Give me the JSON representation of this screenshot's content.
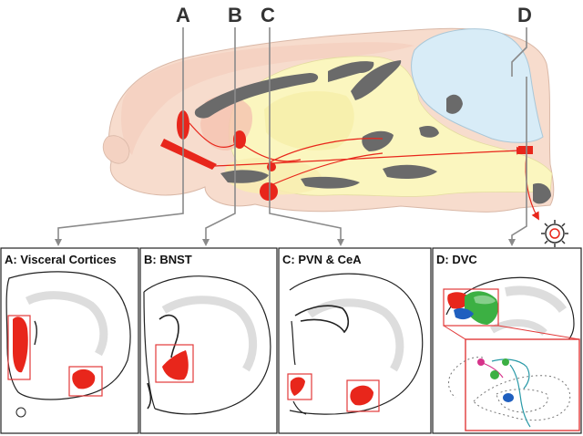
{
  "top_labels": {
    "a": "A",
    "b": "B",
    "c": "C",
    "d": "D"
  },
  "panels": {
    "a": {
      "title": "A: Visceral Cortices"
    },
    "b": {
      "title": "B: BNST"
    },
    "c": {
      "title": "C: PVN & CeA"
    },
    "d": {
      "title": "D: DVC"
    }
  },
  "colors": {
    "lesion": "#e8261b",
    "brain_fill": "#f7d9c9",
    "midbrain_fill": "#fbf7c0",
    "cerebellum_fill": "#d8ecf7",
    "ventricle": "#666666",
    "arrow_gray": "#8a8a8a",
    "highlight_box": "#e23a3a",
    "green_region": "#3cb043",
    "blue_region": "#1f5fbf"
  }
}
